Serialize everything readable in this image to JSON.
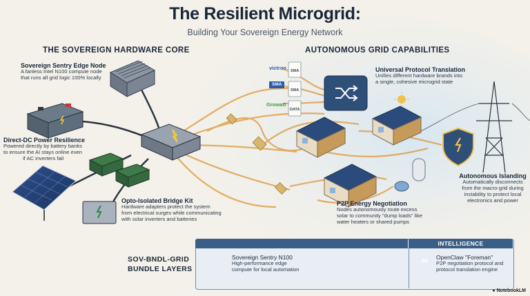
{
  "header": {
    "title": "The Resilient Microgrid:",
    "subtitle": "Building Your Sovereign Energy Network"
  },
  "left_section": {
    "heading": "THE SOVEREIGN HARDWARE CORE",
    "items": [
      {
        "label": "Sovereign Sentry Edge Node",
        "desc": [
          "A fanless Intel N100 compute node",
          "that runs all grid logic 100% locally"
        ]
      },
      {
        "label": "Direct-DC Power Resilience",
        "desc": [
          "Powered directly by battery banks",
          "to ensure the AI stays online even",
          "if AC inverters fail"
        ]
      },
      {
        "label": "Opto-Isolated Bridge Kit",
        "desc": [
          "Hardware adapters protect the system",
          "from electrical surges while communicating",
          "with solar inverters and batteries"
        ]
      }
    ]
  },
  "right_section": {
    "heading": "AUTONOMOUS GRID CAPABILITIES",
    "items": [
      {
        "label": "Universal Protocol Translation",
        "desc": [
          "Unifies different hardware brands into",
          "a single, cohesive microgrid state"
        ]
      },
      {
        "label": "Autonomous Islanding",
        "desc": [
          "Automatically disconnects",
          "from the macro-grid during",
          "instability to protect local",
          "electronics and power"
        ]
      },
      {
        "label": "P2P Energy Negotiation",
        "desc": [
          "Nodes autonomously route excess",
          "solar to community \"dump loads\" like",
          "water heaters or shared pumps"
        ]
      }
    ],
    "brands": [
      {
        "name": "victron",
        "color": "#2a5aa8"
      },
      {
        "name": "SMA",
        "color": "#ffffff"
      },
      {
        "name": "Growatt",
        "color": "#3c9a3c"
      }
    ],
    "doc_labels": [
      "SMA",
      "SMA",
      "DATA"
    ]
  },
  "bundle": {
    "heading": [
      "SOV-BNDL-GRID",
      "BUNDLE LAYERS"
    ],
    "intel_header": "INTELLIGENCE",
    "n100": {
      "label": "Sovereign Sentry N100",
      "desc": [
        "High-performance edge",
        "compute for local automation"
      ]
    },
    "openclaw": {
      "label": "OpenClaw \"Foreman\"",
      "desc": [
        "P2P negotiation protocol and",
        "protocol translation engine"
      ],
      "chip_text": "AI"
    }
  },
  "footer": {
    "brand": "NotebookLM"
  },
  "colors": {
    "accent_blue": "#3b5e86",
    "wire_orange": "#e0a04a",
    "dark_text": "#1a2638"
  }
}
